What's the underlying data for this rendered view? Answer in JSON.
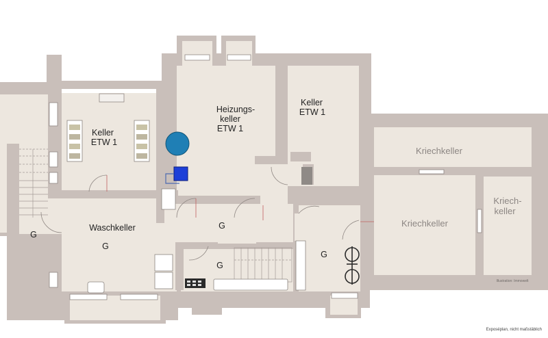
{
  "rooms": {
    "keller_west": {
      "line1": "Keller",
      "line2": "ETW 1"
    },
    "heizungskeller": {
      "line1": "Heizungs-",
      "line2": "keller",
      "line3": "ETW 1"
    },
    "keller_ost": {
      "line1": "Keller",
      "line2": "ETW 1"
    },
    "kriechkeller_oben": {
      "label": "Kriechkeller"
    },
    "kriechkeller_mitte": {
      "label": "Kriechkeller"
    },
    "kriechkeller_rechts": {
      "line1": "Kriech-",
      "line2": "keller"
    },
    "waschkeller": {
      "label": "Waschkeller",
      "code": "G"
    },
    "treppe_links": {
      "code": "G"
    },
    "flur": {
      "code": "G"
    },
    "treppe_mitte": {
      "code": "G"
    },
    "flur_ost": {
      "code": "G"
    }
  },
  "watermark": "Illustration: Immowelt",
  "caption": "Exposéplan, nicht maßstäblich",
  "colors": {
    "wall": "#c9bfba",
    "floor": "#ede7df",
    "line": "#7f7773",
    "boiler": "#1f7fb5",
    "pump": "#1d3fd8"
  }
}
